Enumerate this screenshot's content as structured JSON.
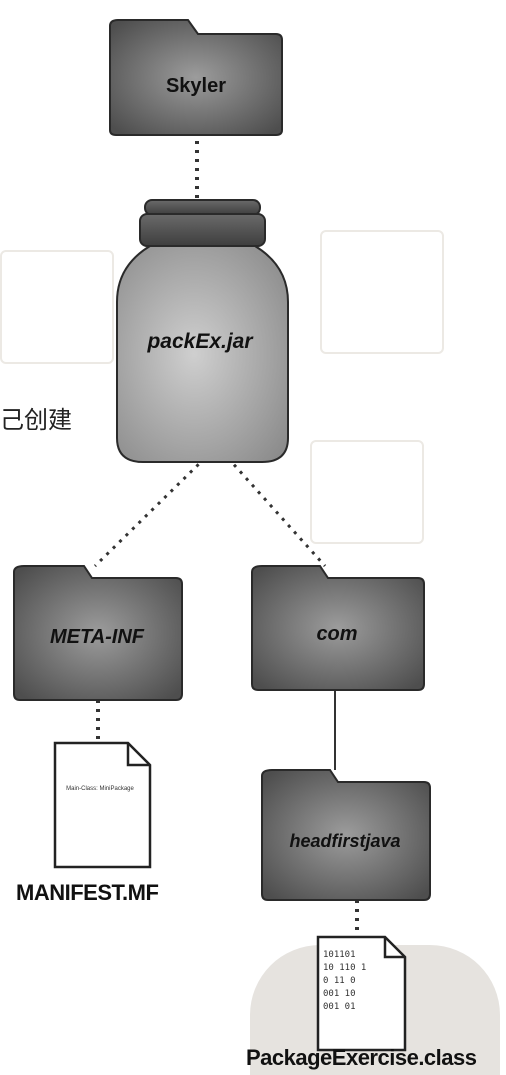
{
  "root_folder": {
    "name": "Skyler",
    "icon": "folder-icon"
  },
  "jar": {
    "name": "packEx.jar",
    "icon": "jar-icon"
  },
  "folders": {
    "meta_inf": {
      "name": "META-INF",
      "icon": "folder-icon"
    },
    "com": {
      "name": "com",
      "icon": "folder-icon"
    },
    "headfirstjava": {
      "name": "headfirstjava",
      "icon": "folder-icon"
    }
  },
  "files": {
    "manifest": {
      "name": "MANIFEST.MF",
      "content": "Main-Class: MiniPackage",
      "icon": "document-icon"
    },
    "class_file": {
      "name": "PackageExercise.class",
      "binary_lines": [
        "101101",
        "10 110 1",
        "0 11 0",
        "001 10",
        "001 01"
      ],
      "icon": "binary-file-icon"
    }
  },
  "handwritten_note": "己创建",
  "colors": {
    "folder": "#6f6f6f",
    "jar_body": "#b3b3b3",
    "jar_lid": "#555555",
    "connector": "#333333"
  }
}
